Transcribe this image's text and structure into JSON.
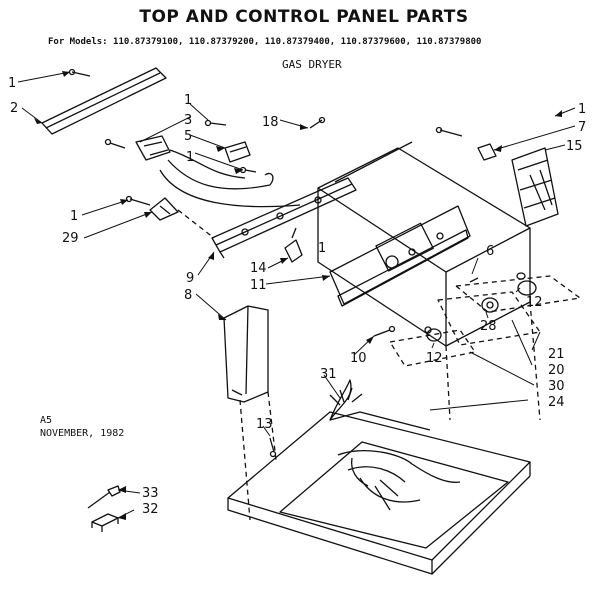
{
  "header": {
    "title": "TOP AND CONTROL PANEL PARTS",
    "models": "For Models: 110.87379100, 110.87379200, 110.87379400, 110.87379600, 110.87379800",
    "subtitle": "GAS DRYER"
  },
  "footer_note": {
    "code": "A5",
    "date": "NOVEMBER, 1982"
  },
  "callouts": [
    "1",
    "2",
    "3",
    "5",
    "1",
    "1",
    "18",
    "1",
    "7",
    "15",
    "29",
    "1",
    "9",
    "14",
    "11",
    "8",
    "6",
    "12",
    "28",
    "12",
    "10",
    "21",
    "20",
    "30",
    "31",
    "24",
    "13",
    "33",
    "32",
    "1"
  ]
}
